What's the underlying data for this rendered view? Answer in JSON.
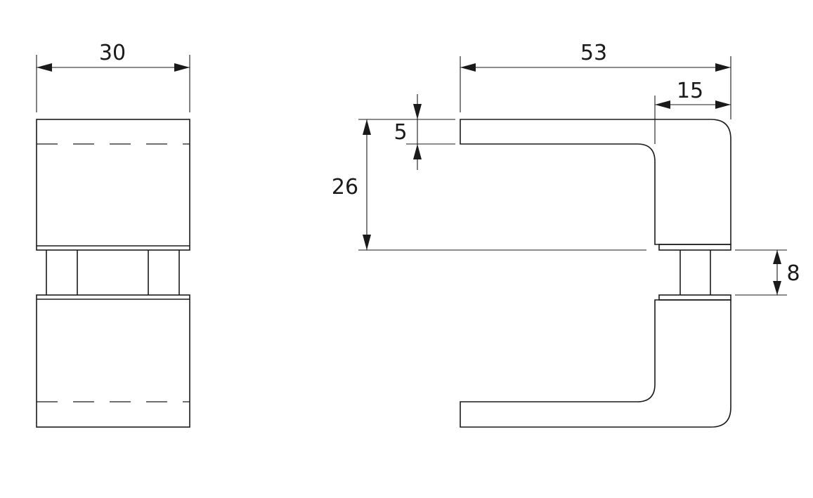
{
  "dimensions": {
    "front_width": "30",
    "overall_length": "53",
    "rose_width": "15",
    "lever_thickness": "5",
    "lever_height": "26",
    "spindle_gap": "8"
  },
  "colors": {
    "line": "#1a1a1a",
    "background": "#ffffff"
  }
}
